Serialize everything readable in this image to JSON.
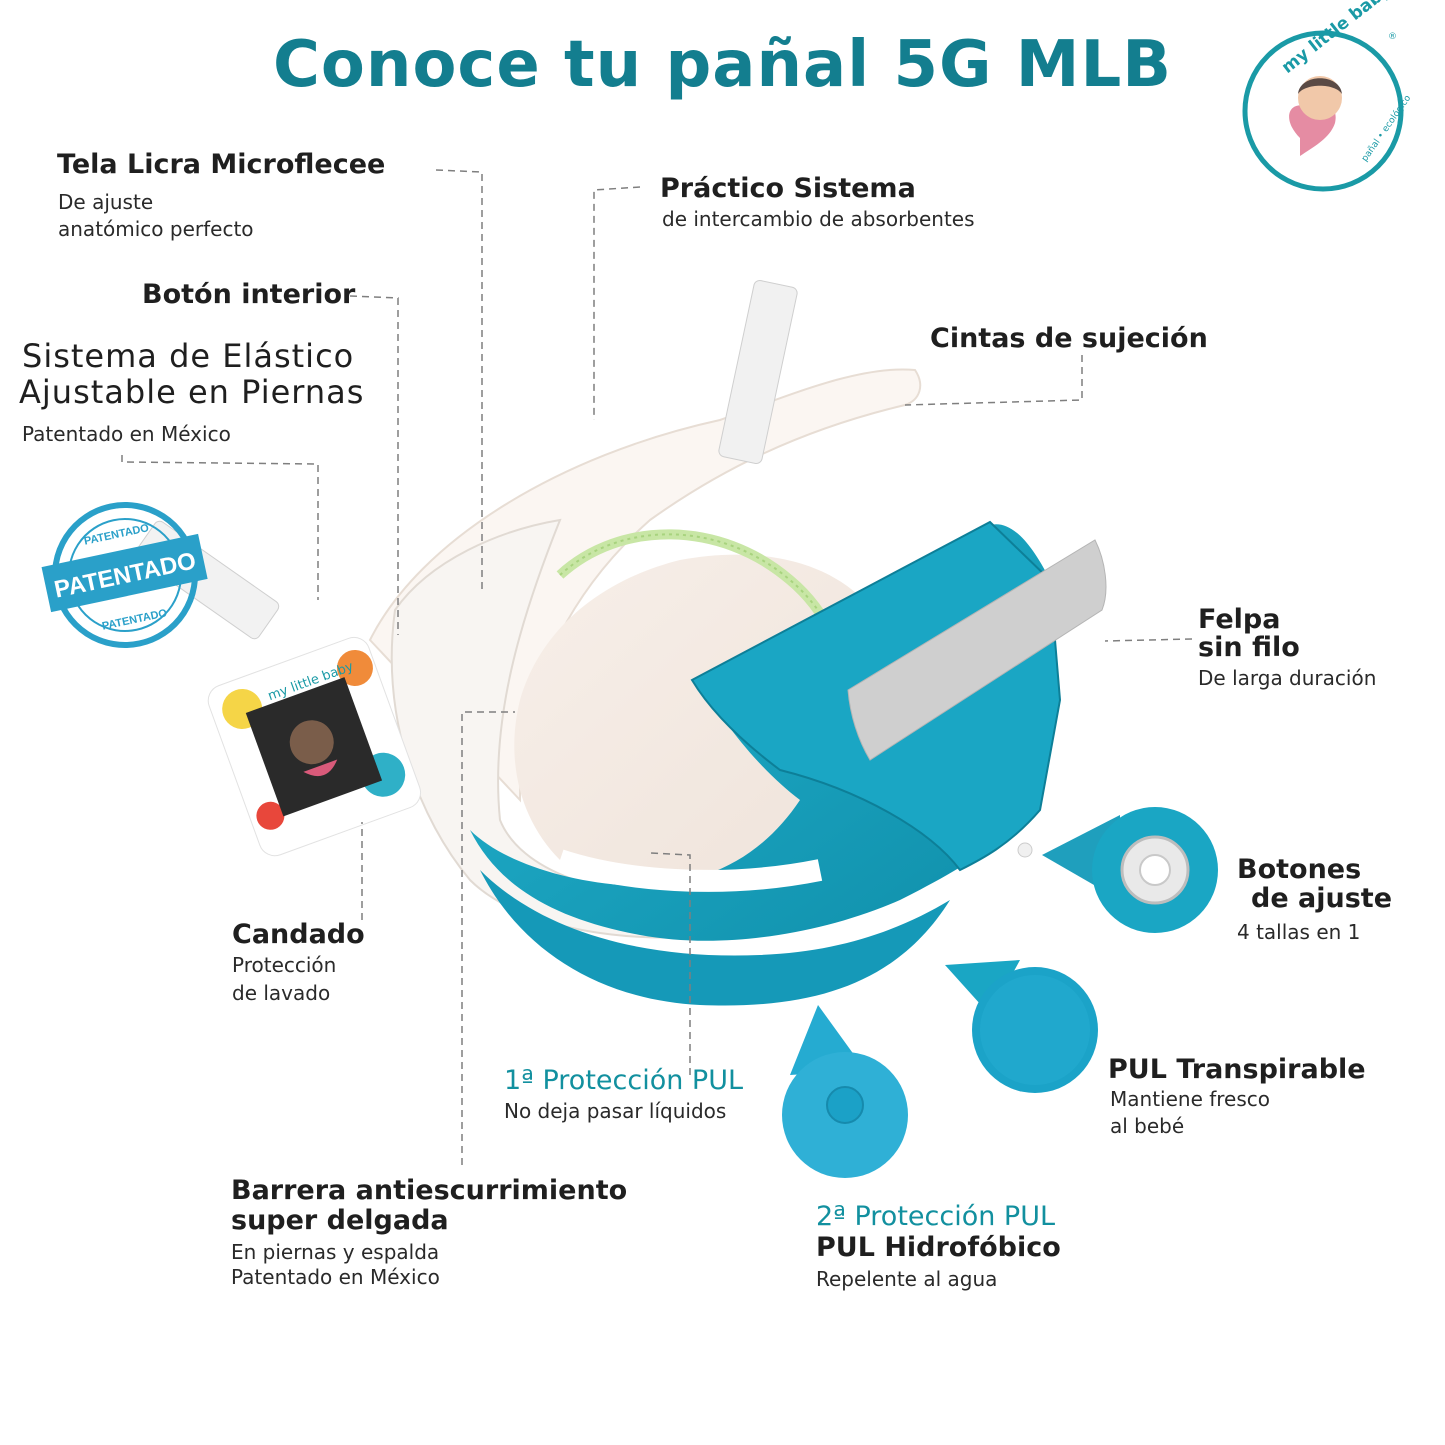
{
  "title": "Conoce tu pañal 5G MLB",
  "logo": {
    "brand": "my little baby",
    "tagline": "pañal • ecológico",
    "mark": "®"
  },
  "stamp": {
    "big": "PATENTADO",
    "top": "PATENTADO",
    "bottom": "PATENTADO"
  },
  "tag_label": {
    "brand": "my little baby"
  },
  "features": {
    "tela": {
      "heading": "Tela Licra Microflecee",
      "line1": "De ajuste",
      "line2": "anatómico perfecto"
    },
    "boton_interior": {
      "heading": "Botón interior"
    },
    "elastico": {
      "heading1": "Sistema de Elástico",
      "heading2": "Ajustable en Piernas",
      "sub": "Patentado en México"
    },
    "practico": {
      "heading": "Práctico Sistema",
      "sub": "de intercambio de absorbentes"
    },
    "cintas": {
      "heading": "Cintas de sujeción"
    },
    "felpa": {
      "heading1": "Felpa",
      "heading2": "sin filo",
      "sub": "De larga duración"
    },
    "botones": {
      "heading1": "Botones",
      "heading2": "de ajuste",
      "sub": "4 tallas en 1"
    },
    "candado": {
      "heading": "Candado",
      "line1": "Protección",
      "line2": "de lavado"
    },
    "proteccion1": {
      "heading": "1ª Protección PUL",
      "sub": "No deja pasar líquidos"
    },
    "pul_transpirable": {
      "heading": "PUL Transpirable",
      "line1": "Mantiene fresco",
      "line2": "al bebé"
    },
    "barrera": {
      "heading1": "Barrera antiescurrimiento",
      "heading2": "super delgada",
      "line1": "En piernas y espalda",
      "line2": "Patentado en México"
    },
    "proteccion2": {
      "heading1": "2ª Protección PUL",
      "heading2": "PUL Hidrofóbico",
      "sub": "Repelente al agua"
    }
  },
  "colors": {
    "teal": "#12909f",
    "diaper": "#1aa6c4",
    "title": "#137e8f"
  }
}
